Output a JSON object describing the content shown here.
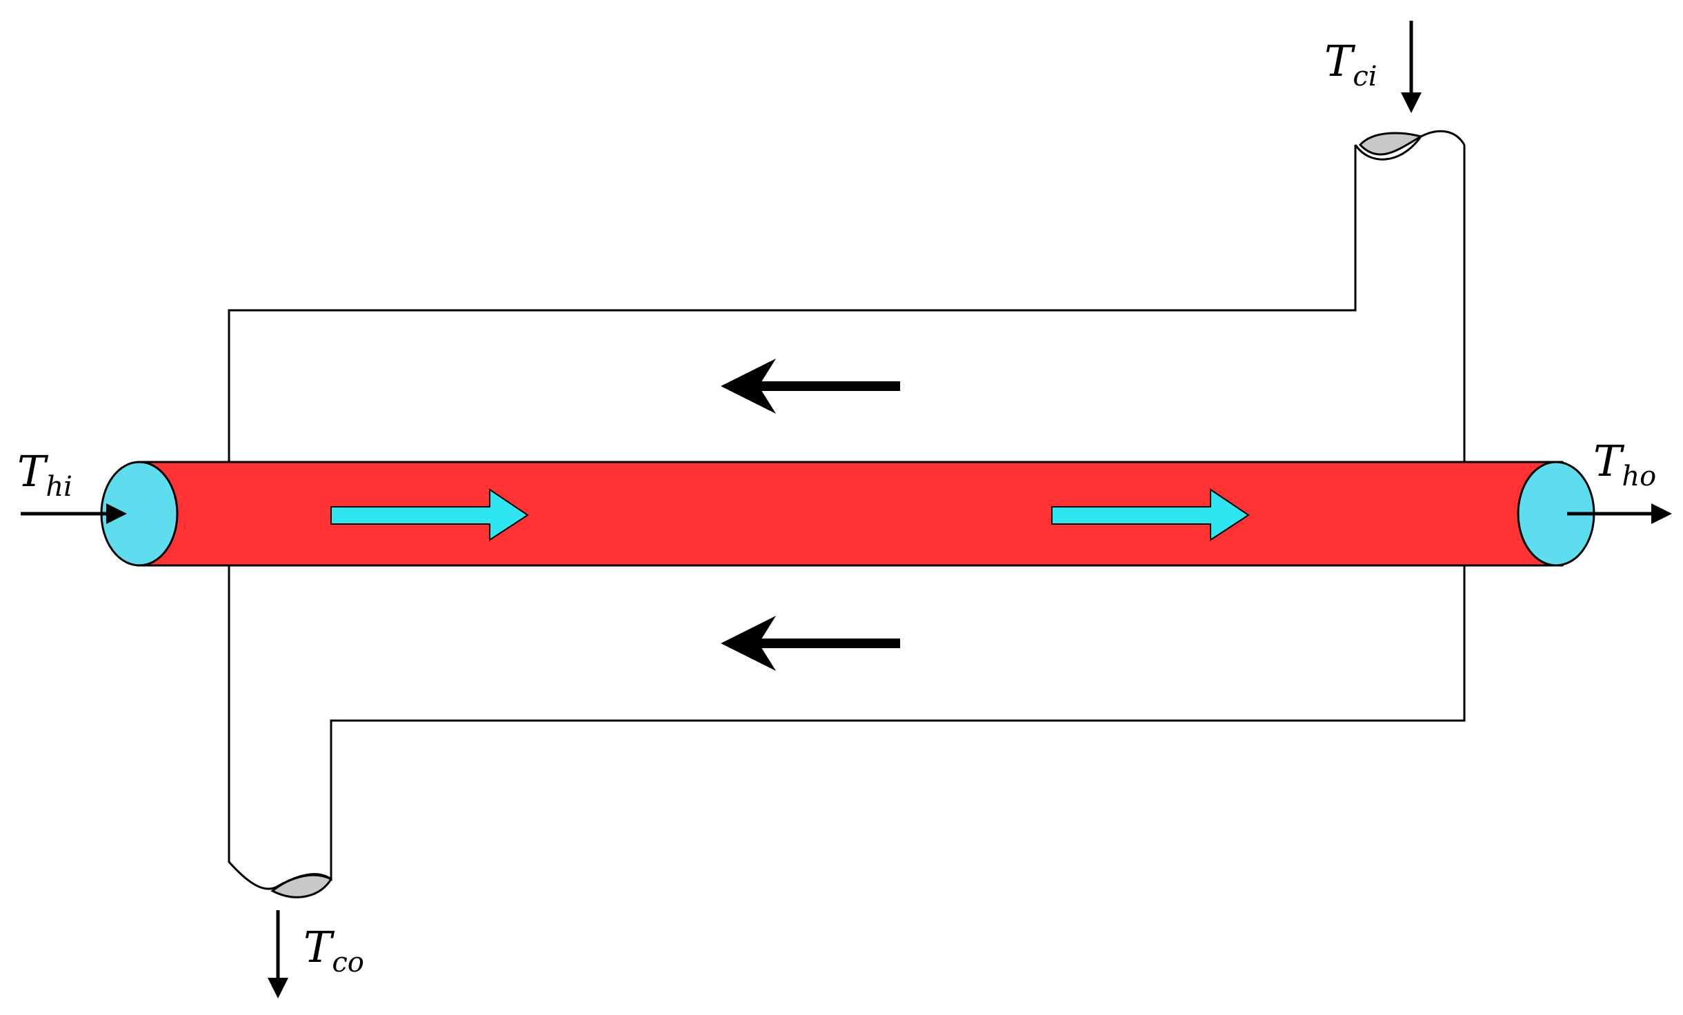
{
  "labels": {
    "hot_inlet": {
      "main": "T",
      "sub": "hi"
    },
    "hot_outlet": {
      "main": "T",
      "sub": "ho"
    },
    "cold_inlet": {
      "main": "T",
      "sub": "ci"
    },
    "cold_outlet": {
      "main": "T",
      "sub": "co"
    }
  },
  "colors": {
    "hot_pipe": "#ff3333",
    "pipe_end": "#5ddded",
    "inner_flow_arrow": "#2fe6f0",
    "outer_flow_arrow": "#000000",
    "nozzle_cut": "#c8c8c8",
    "outline": "#000000",
    "background": "#ffffff"
  },
  "flow": {
    "inner": "left-to-right",
    "outer": "right-to-left"
  }
}
